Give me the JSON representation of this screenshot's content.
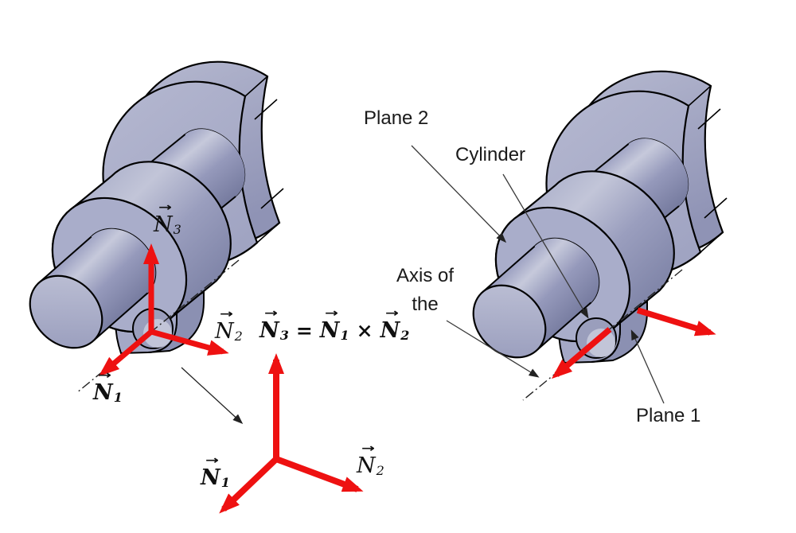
{
  "annotations": {
    "plane2": "Plane 2",
    "cylinder": "Cylinder",
    "axis_of_line1": "Axis of",
    "axis_of_line2": "the",
    "plane1": "Plane 1"
  },
  "vectors": {
    "arrow_glyph": "→",
    "n1": {
      "base": "N",
      "sub": "1"
    },
    "n2": {
      "base": "N",
      "sub": "2"
    },
    "n3": {
      "base": "N",
      "sub": "3"
    },
    "formula": {
      "lhs": {
        "base": "N",
        "sub": "3"
      },
      "equals": "=",
      "a": {
        "base": "N",
        "sub": "1"
      },
      "times": "×",
      "b": {
        "base": "N",
        "sub": "2"
      }
    }
  },
  "colors": {
    "background": "#ffffff",
    "part_face": "#a6a9c7",
    "part_light": "#c6c9db",
    "part_mid": "#9a9ec0",
    "part_dark": "#7e83a7",
    "outline": "#000000",
    "arrow_red": "#ee1111",
    "leader_line": "#3a3a3a",
    "text": "#1a1a1a"
  }
}
